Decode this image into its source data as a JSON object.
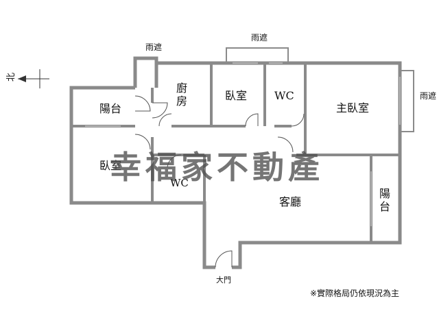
{
  "compass": {
    "label": "北"
  },
  "rooms": {
    "balcony_canopy_top_left": "雨遮",
    "balcony_canopy_top_mid": "雨遮",
    "balcony_canopy_right": "雨遮",
    "kitchen": "廚房",
    "bedroom_mid": "臥室",
    "wc_top": "WC",
    "master_bedroom": "主臥室",
    "balcony_left": "陽台",
    "bedroom_left": "臥室",
    "wc_bottom": "WC",
    "living_room": "客廳",
    "balcony_right": "陽台",
    "main_door": "大門"
  },
  "watermark": "幸福家不動產",
  "note": "※實際格局仍依現況為主"
}
